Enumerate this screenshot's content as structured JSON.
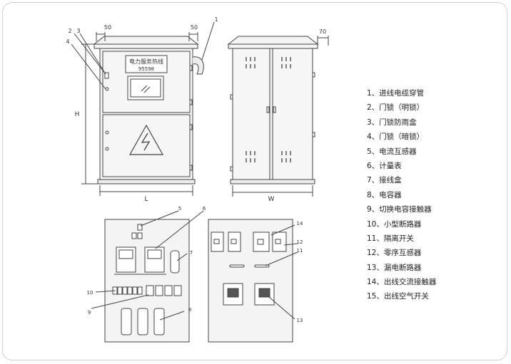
{
  "front_view": {
    "hotline_line1": "电力服务热线",
    "hotline_line2": "95598",
    "dim_left": "50",
    "dim_right": "50",
    "height_label": "H",
    "width_label": "L",
    "callouts": [
      "1",
      "2",
      "3",
      "4"
    ]
  },
  "side_view": {
    "dim_top": "70",
    "width_label": "W"
  },
  "interior_left": {
    "callouts": [
      "5",
      "6",
      "7",
      "8",
      "9",
      "10"
    ]
  },
  "interior_right": {
    "callouts": [
      "11",
      "12",
      "13",
      "14"
    ]
  },
  "legend": [
    "1、进线电缆穿管",
    "2、门锁（明锁）",
    "3、门锁防雨盒",
    "4、门锁（暗锁）",
    "5、电流互感器",
    "6、计量表",
    "7、接线盒",
    "8、电容器",
    "9、切换电容接触器",
    "10、小型断路器",
    "11、隔离开关",
    "12、零序互感器",
    "13、漏电断路器",
    "14、出线交流接触器",
    "15、出线空气开关"
  ],
  "colors": {
    "line": "#444444",
    "fill": "#f4f4f4",
    "panel": "#eeeeee"
  }
}
